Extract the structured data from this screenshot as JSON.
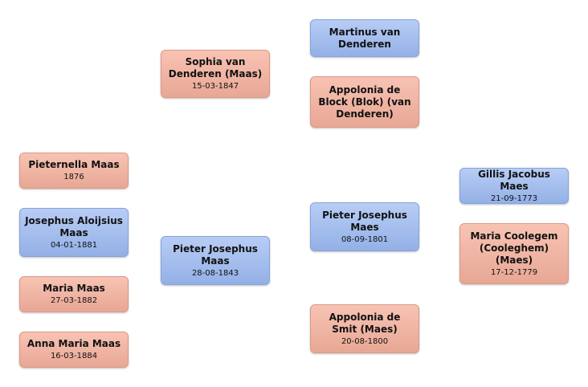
{
  "colors": {
    "female_card": "#f1b4a3",
    "male_card": "#a9c1ef"
  },
  "people": {
    "martinus": {
      "name": "Martinus van Denderen",
      "date": "",
      "gender": "male"
    },
    "sophia": {
      "name": "Sophia van Denderen (Maas)",
      "date": "15-03-1847",
      "gender": "female"
    },
    "appolonia_block": {
      "name": "Appolonia de Block (Blok) (van Denderen)",
      "date": "",
      "gender": "female"
    },
    "gillis": {
      "name": "Gillis Jacobus Maes",
      "date": "21-09-1773",
      "gender": "male"
    },
    "pieternella": {
      "name": "Pieternella Maas",
      "date": "1876",
      "gender": "female"
    },
    "josephus": {
      "name": "Josephus Aloijsius Maas",
      "date": "04-01-1881",
      "gender": "male"
    },
    "pieter_1801": {
      "name": "Pieter Josephus Maes",
      "date": "08-09-1801",
      "gender": "male"
    },
    "pieter_1843": {
      "name": "Pieter Josephus Maas",
      "date": "28-08-1843",
      "gender": "male"
    },
    "maria_coolegem": {
      "name": "Maria Coolegem (Cooleghem) (Maes)",
      "date": "17-12-1779",
      "gender": "female"
    },
    "maria_maas": {
      "name": "Maria Maas",
      "date": "27-03-1882",
      "gender": "female"
    },
    "appolonia_smit": {
      "name": "Appolonia de Smit (Maes)",
      "date": "20-08-1800",
      "gender": "female"
    },
    "anna_maria": {
      "name": "Anna Maria Maas",
      "date": "16-03-1884",
      "gender": "female"
    }
  }
}
